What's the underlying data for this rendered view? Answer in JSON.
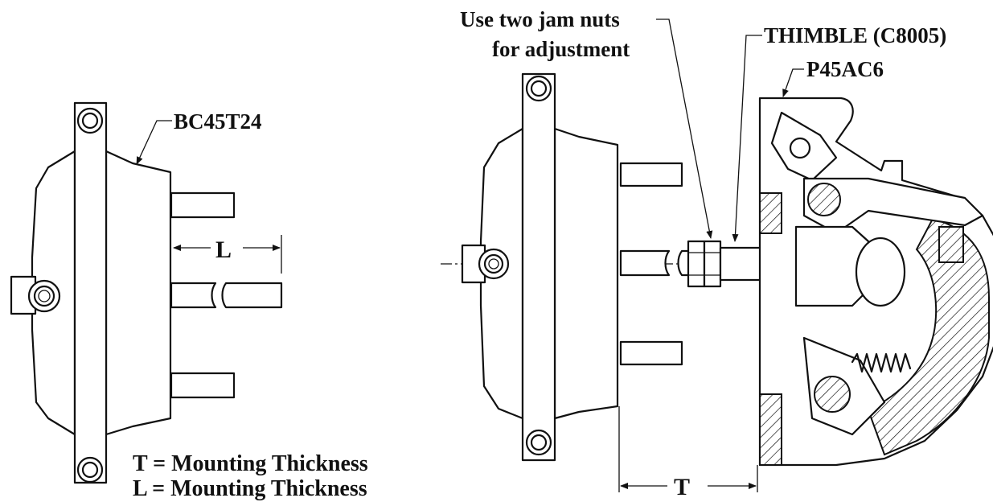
{
  "left_part": {
    "label": "BC45T24",
    "dimension": "L"
  },
  "right_part": {
    "dimension": "T"
  },
  "callouts": {
    "jam_nuts_line1": "Use two jam nuts",
    "jam_nuts_line2": "for adjustment",
    "thimble": "THIMBLE (C8005)",
    "valve": "P45AC6"
  },
  "legend": {
    "t_line": "T = Mounting Thickness",
    "l_line": "L = Mounting Thickness"
  }
}
